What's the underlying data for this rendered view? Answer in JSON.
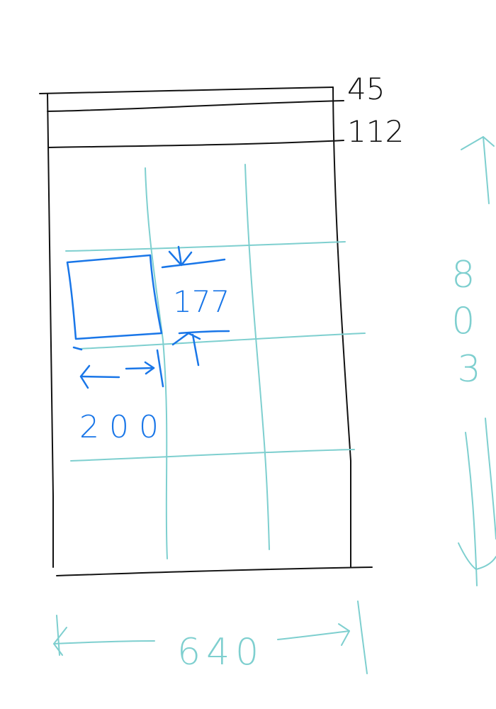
{
  "annotations": {
    "header_height": "45",
    "subheader_height": "112",
    "canvas_height": "803",
    "canvas_width": "640",
    "tile_width": "200",
    "tile_height": "177"
  },
  "colors": {
    "ink_black": "#111111",
    "ink_blue": "#1976e8",
    "ink_teal": "#7ecfcf"
  }
}
